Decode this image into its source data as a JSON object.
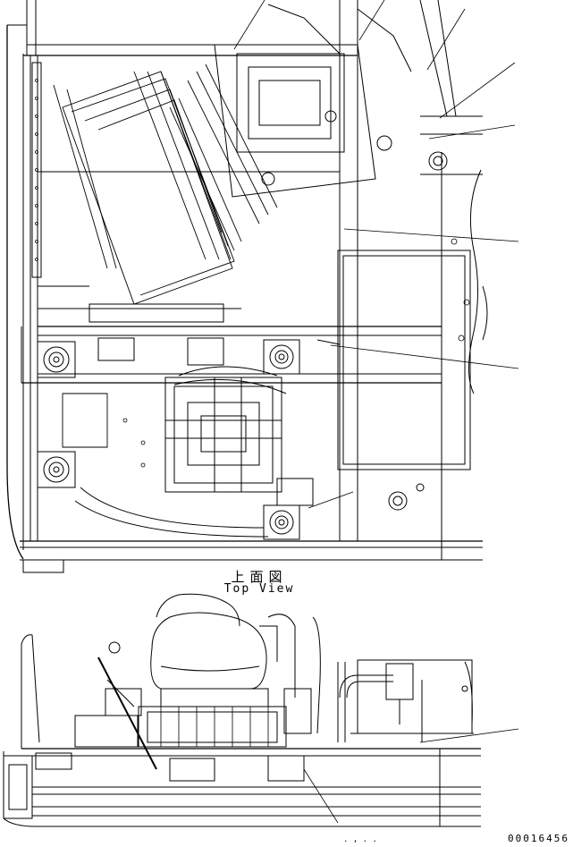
{
  "view_caption": {
    "japanese": "上面図",
    "english": "Top View"
  },
  "drawing_number": "00016456",
  "page_mark": ". , . .",
  "colors": {
    "line": "#000000",
    "background": "#ffffff"
  }
}
